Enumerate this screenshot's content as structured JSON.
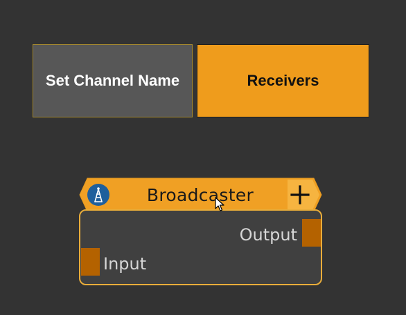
{
  "tabs": {
    "set_channel_name": "Set Channel Name",
    "receivers": "Receivers"
  },
  "node": {
    "title": "Broadcaster",
    "add_symbol": "+",
    "icon": "radio-tower-icon",
    "ports": {
      "output_label": "Output",
      "input_label": "Input"
    }
  },
  "colors": {
    "background": "#333333",
    "accent_orange": "#ef9c1c",
    "header_orange": "#f0a024",
    "port_orange": "#b46200",
    "body_gray": "#404040",
    "button_gray": "#575757",
    "icon_blue": "#1f5f9c"
  }
}
